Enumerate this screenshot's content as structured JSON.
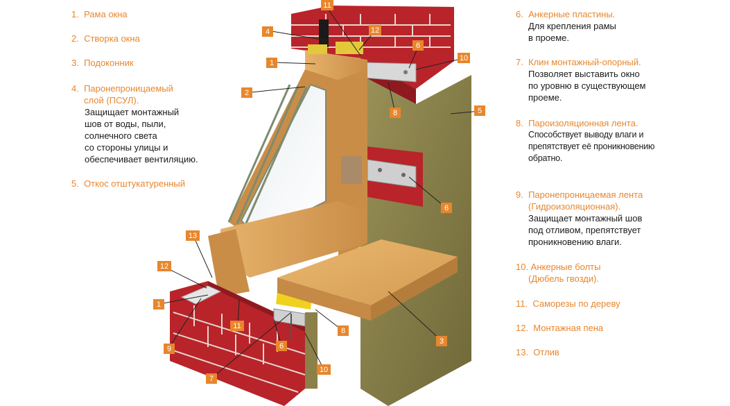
{
  "legend": [
    {
      "heading": "1.  Рама окна",
      "desc": ""
    },
    {
      "heading": "2.  Створка окна",
      "desc": ""
    },
    {
      "heading": "3.  Подоконник",
      "desc": ""
    },
    {
      "heading": "4.  Паронепроницаемый\n     слой (ПСУЛ).",
      "desc": "Защищает монтажный\nшов от воды, пыли,\nсолнечного света\nсо стороны улицы и\nобеспечивает вентиляцию."
    },
    {
      "heading": "5.  Откос отштукатуренный",
      "desc": ""
    },
    {
      "heading": "6.  Анкерные пластины.",
      "desc": "Для крепления рамы\nв проеме."
    },
    {
      "heading": "7.  Клин монтажный-опорный.",
      "desc": "Позволяет выставить окно\nпо уровню в существующем\nпроеме."
    },
    {
      "heading": "8.  Пароизоляционная лента.",
      "desc": "Способствует выводу влаги и\nпрепятствует её проникновению\nобратно."
    },
    {
      "heading": "9.  Паронепроницаемая лента\n     (Гидроизоляционная).",
      "desc": "Защищает монтажный шов\nпод отливом, препятствует\nпроникновению влаги."
    },
    {
      "heading": "10. Анкерные болты\n     (Дюбель гвозди).",
      "desc": ""
    },
    {
      "heading": "11.  Саморезы по дереву",
      "desc": ""
    },
    {
      "heading": "12.  Монтажная пена",
      "desc": ""
    },
    {
      "heading": "13.  Отлив",
      "desc": ""
    }
  ],
  "callouts": [
    "1",
    "2",
    "3",
    "4",
    "5",
    "6",
    "7",
    "8",
    "9",
    "10",
    "11",
    "12",
    "13"
  ],
  "colors": {
    "accent": "#e8862c",
    "brick": "#b8242a",
    "wood": "#d9a25e",
    "plaster": "#8a8048"
  }
}
